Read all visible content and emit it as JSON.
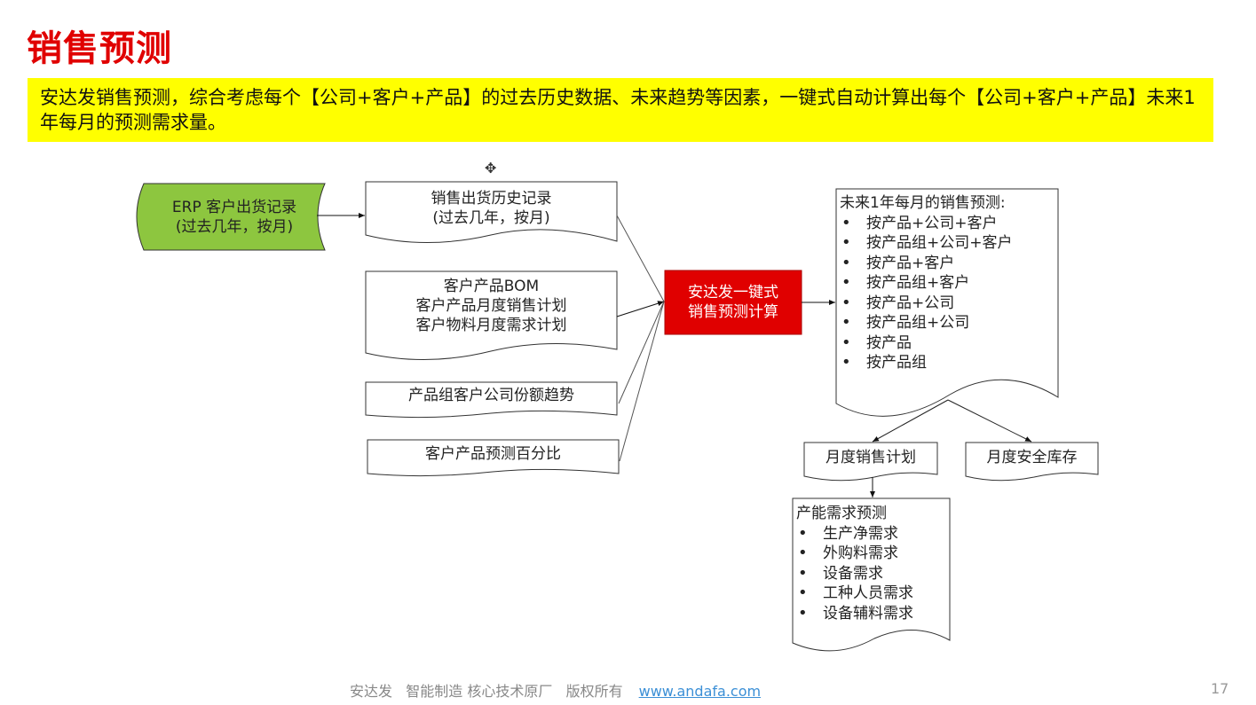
{
  "header": {
    "title": "销售预测"
  },
  "banner": {
    "text": "安达发销售预测，综合考虑每个【公司+客户+产品】的过去历史数据、未来趋势等因素，一键式自动计算出每个【公司+客户+产品】未来1年每月的预测需求量。"
  },
  "diagram": {
    "erp_source": {
      "line1": "ERP 客户出货记录",
      "line2": "(过去几年，按月)",
      "fill": "#8dc63f"
    },
    "inputs": [
      {
        "lines": [
          "销售出货历史记录",
          "(过去几年，按月)"
        ]
      },
      {
        "lines": [
          "客户产品BOM",
          "客户产品月度销售计划",
          "客户物料月度需求计划"
        ]
      },
      {
        "lines": [
          "产品组客户公司份额趋势"
        ]
      },
      {
        "lines": [
          "客户产品预测百分比"
        ]
      }
    ],
    "process": {
      "line1": "安达发一键式",
      "line2": "销售预测计算",
      "fill": "#e00000"
    },
    "forecast_output": {
      "heading": "未来1年每月的销售预测:",
      "items": [
        "按产品+公司+客户",
        "按产品组+公司+客户",
        "按产品+客户",
        "按产品组+客户",
        "按产品+公司",
        "按产品组+公司",
        "按产品",
        "按产品组"
      ]
    },
    "monthly_sales_plan": "月度销售计划",
    "monthly_safety_stock": "月度安全库存",
    "capacity_forecast": {
      "heading": "产能需求预测",
      "items": [
        "生产净需求",
        "外购料需求",
        "设备需求",
        "工种人员需求",
        "设备辅料需求"
      ]
    }
  },
  "footer": {
    "text": "安达发   智能制造 核心技术原厂   版权所有",
    "link": "www.andafa.com",
    "page_number": "17"
  }
}
